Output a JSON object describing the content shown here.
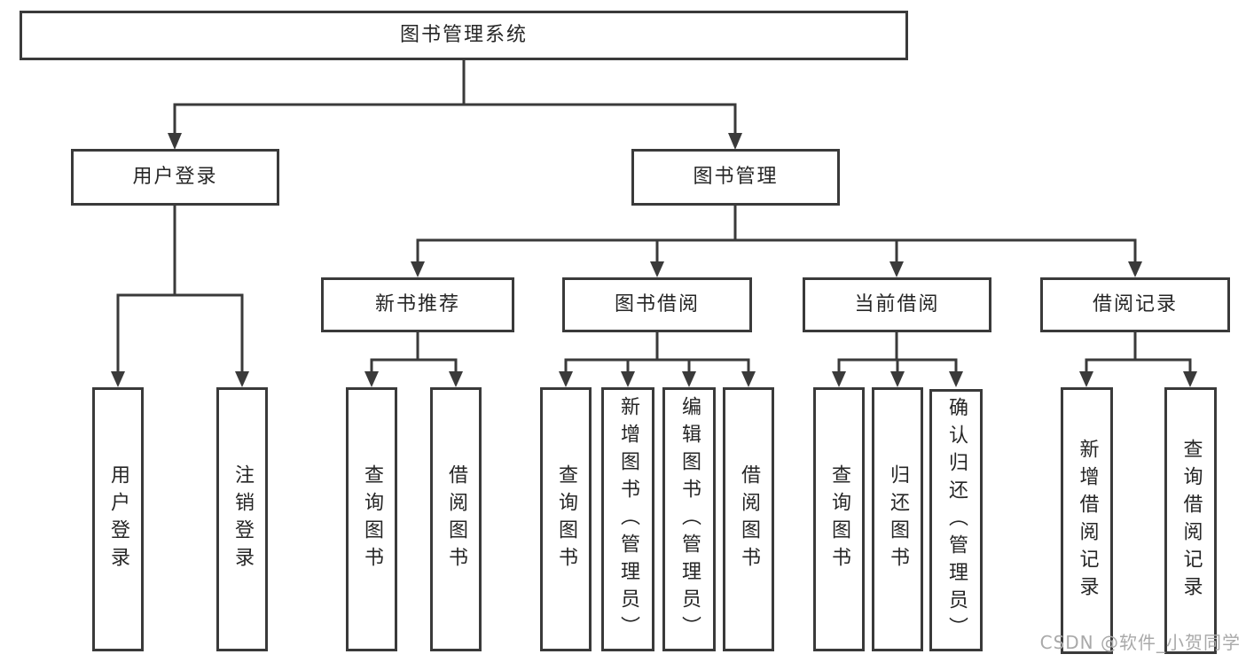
{
  "meta": {
    "colors": {
      "line": "#3a3a3a",
      "text": "#262626",
      "watermark": "#a9a9a9",
      "background": "#ffffff"
    }
  },
  "diagram": {
    "root": {
      "label": "图书管理系统"
    },
    "branches": [
      {
        "label": "用户登录",
        "children": [
          {
            "label": "用户登录"
          },
          {
            "label": "注销登录"
          }
        ]
      },
      {
        "label": "图书管理",
        "children": [
          {
            "label": "新书推荐",
            "children": [
              {
                "label": "查询图书"
              },
              {
                "label": "借阅图书"
              }
            ]
          },
          {
            "label": "图书借阅",
            "children": [
              {
                "label": "查询图书"
              },
              {
                "label": "新增图书（管理员）"
              },
              {
                "label": "编辑图书（管理员）"
              },
              {
                "label": "借阅图书"
              }
            ]
          },
          {
            "label": "当前借阅",
            "children": [
              {
                "label": "查询图书"
              },
              {
                "label": "归还图书"
              },
              {
                "label": "确认归还（管理员）"
              }
            ]
          },
          {
            "label": "借阅记录",
            "children": [
              {
                "label": "新增借阅记录"
              },
              {
                "label": "查询借阅记录"
              }
            ]
          }
        ]
      }
    ]
  },
  "watermark": {
    "text": "CSDN @软件_小贺同学"
  }
}
